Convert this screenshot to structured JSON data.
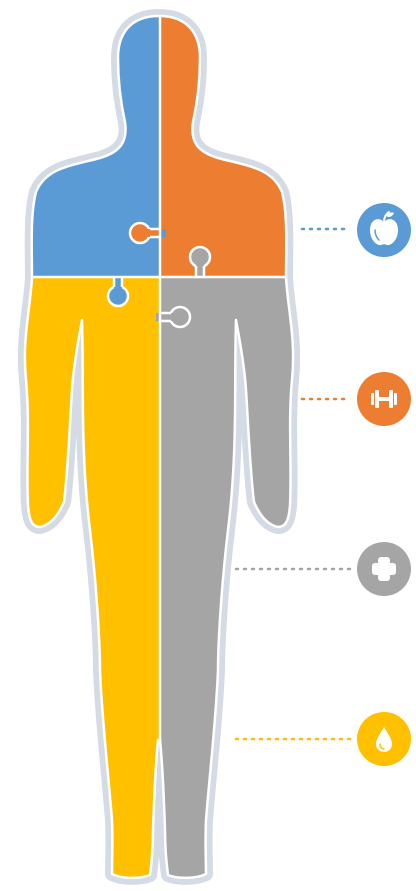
{
  "colors": {
    "outline": "#d4dbe5",
    "divider": "#ffffff",
    "quadrant_head_left": "#5b9bd5",
    "quadrant_head_right": "#ed7d31",
    "quadrant_body_left": "#ffc000",
    "quadrant_body_right": "#a5a5a5"
  },
  "legend": [
    {
      "key": "nutrition",
      "icon": "apple-icon",
      "color": "#5b9bd5"
    },
    {
      "key": "exercise",
      "icon": "dumbbell-icon",
      "color": "#ed7d31"
    },
    {
      "key": "medical",
      "icon": "plus-icon",
      "color": "#a5a5a5"
    },
    {
      "key": "hydration",
      "icon": "water-drop-icon",
      "color": "#ffc000"
    }
  ]
}
